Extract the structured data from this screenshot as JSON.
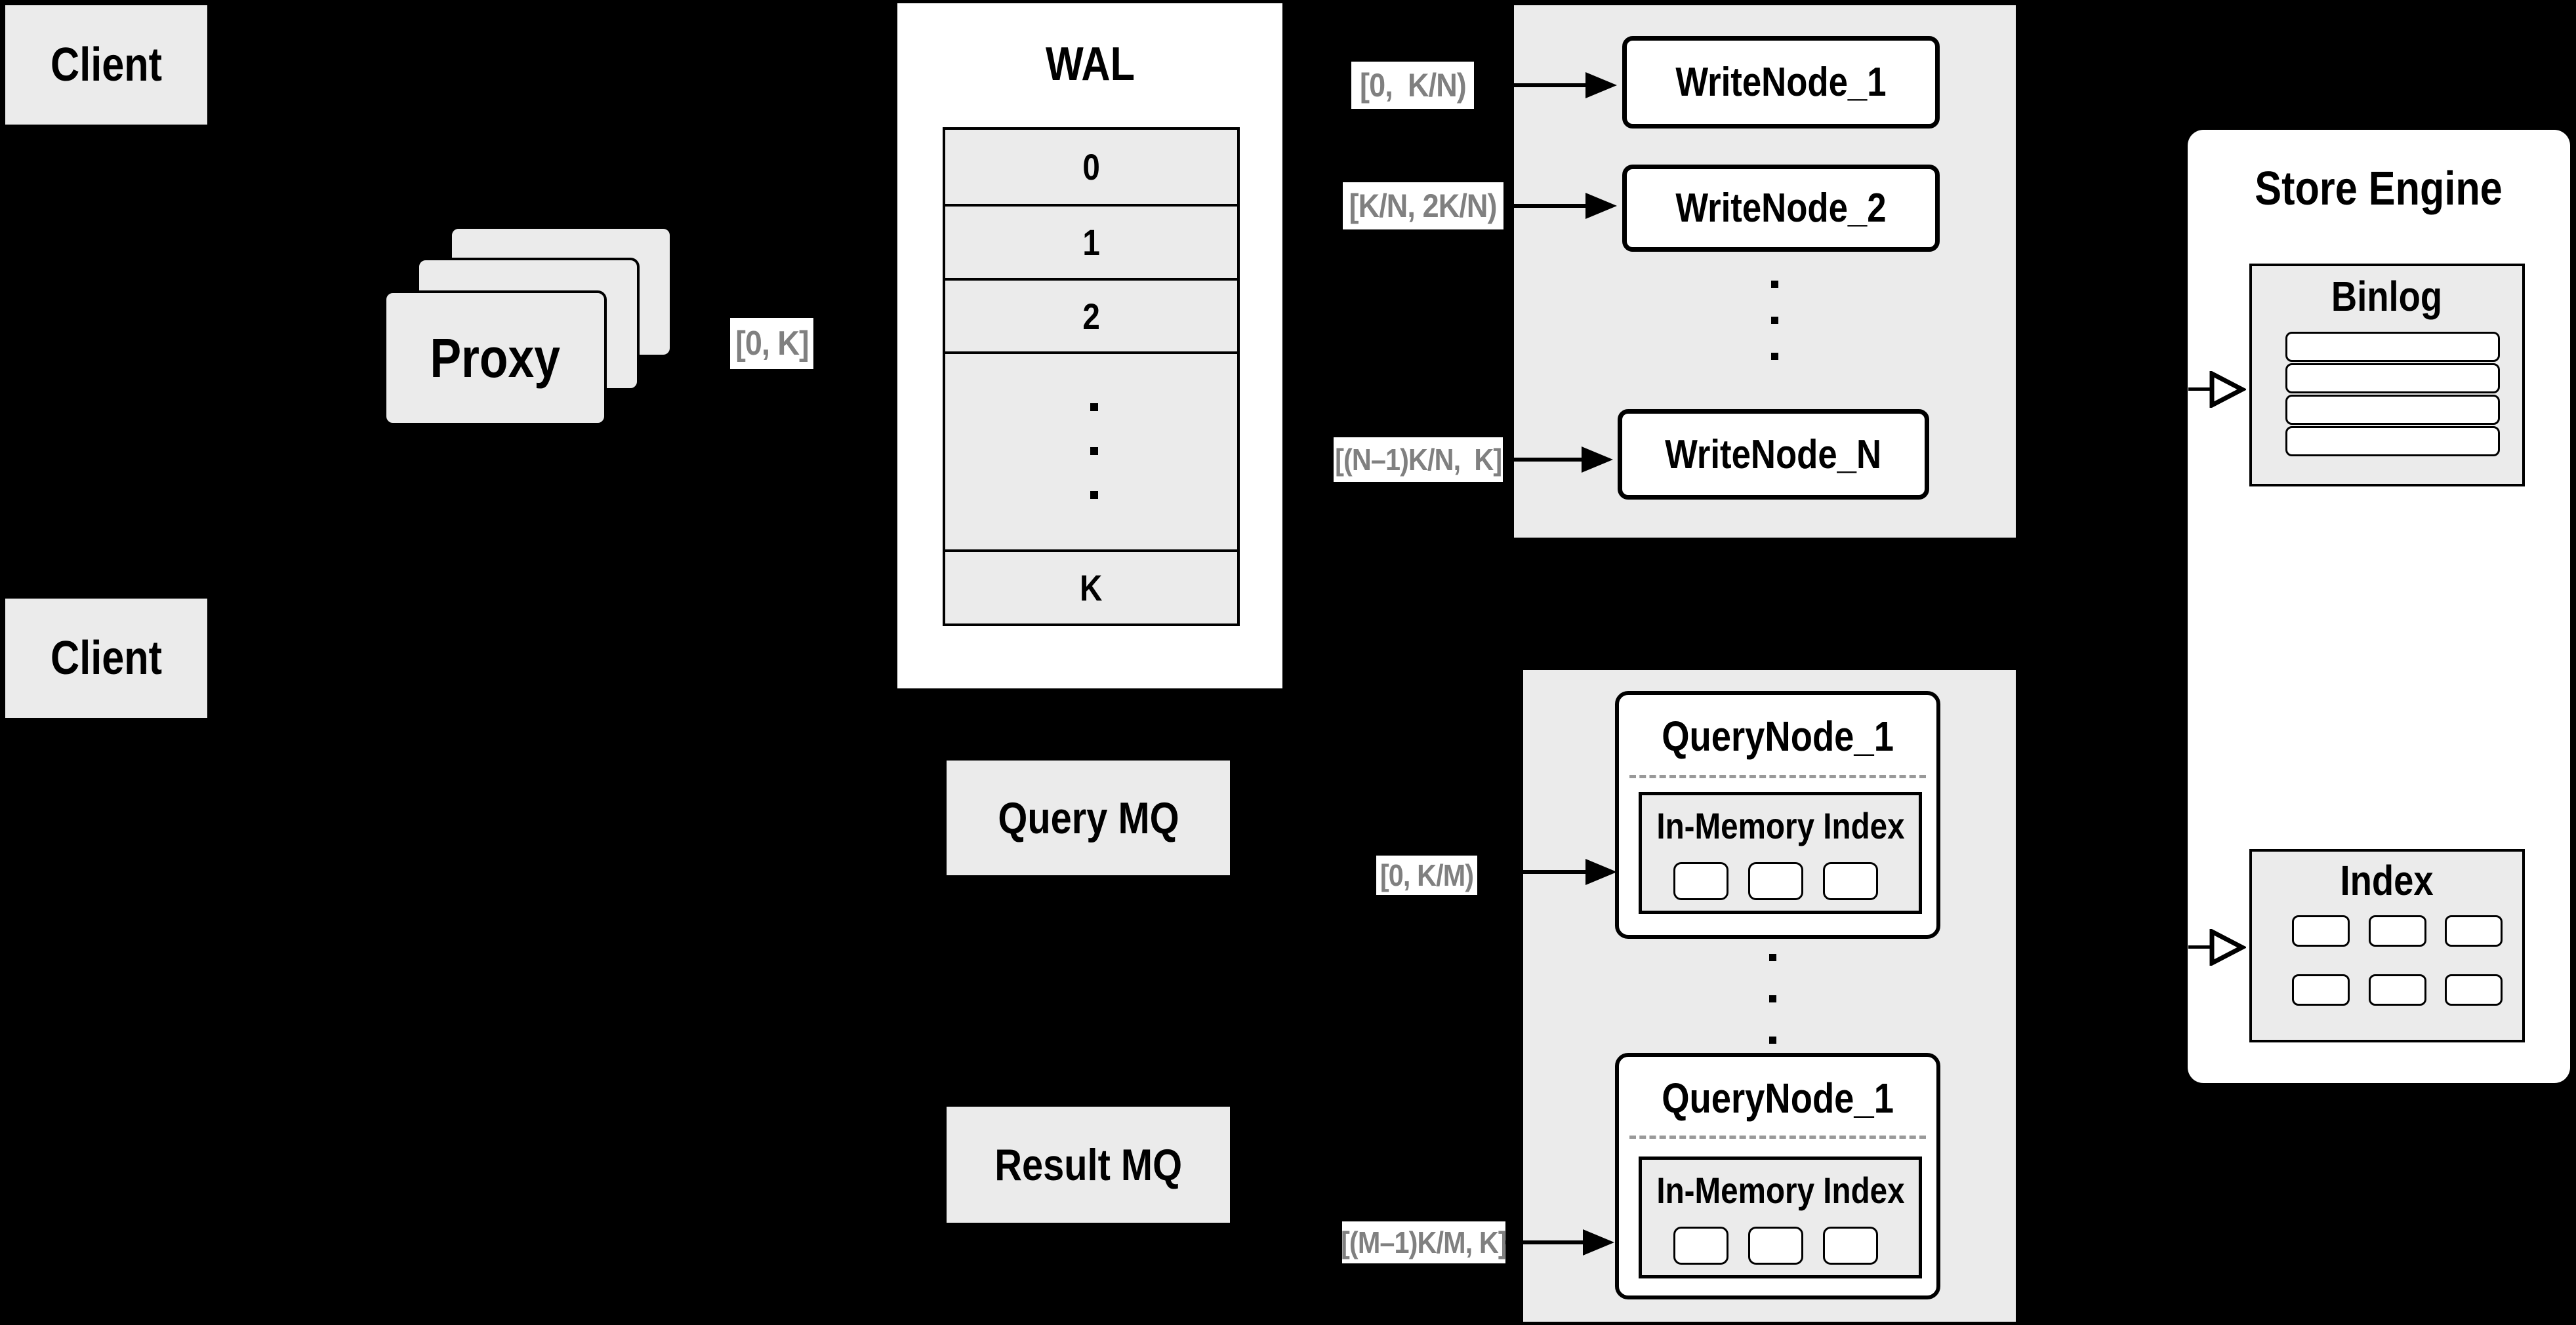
{
  "colors": {
    "background": "#000000",
    "box_fill": "#ebebeb",
    "node_fill": "#ffffff",
    "line": "#000000",
    "muted_text": "#808080"
  },
  "clients": {
    "top_label": "Client",
    "bottom_label": "Client"
  },
  "proxy": {
    "label": "Proxy",
    "range_label": "[0, K]"
  },
  "wal": {
    "title": "WAL",
    "rows": [
      "0",
      "1",
      "2"
    ],
    "last_row": "K"
  },
  "write_section": {
    "labels": [
      "[0,  K/N)",
      "[K/N, 2K/N)",
      "[(N–1)K/N,  K]"
    ],
    "nodes": [
      "WriteNode_1",
      "WriteNode_2",
      "WriteNode_N"
    ]
  },
  "query_section": {
    "query_mq": "Query MQ",
    "result_mq": "Result MQ",
    "labels": [
      "[0, K/M)",
      "[(M–1)K/M, K]"
    ],
    "nodes": [
      {
        "title": "QueryNode_1",
        "inner_title": "In-Memory Index"
      },
      {
        "title": "QueryNode_1",
        "inner_title": "In-Memory Index"
      }
    ]
  },
  "store_engine": {
    "title": "Store Engine",
    "binlog_title": "Binlog",
    "index_title": "Index"
  }
}
